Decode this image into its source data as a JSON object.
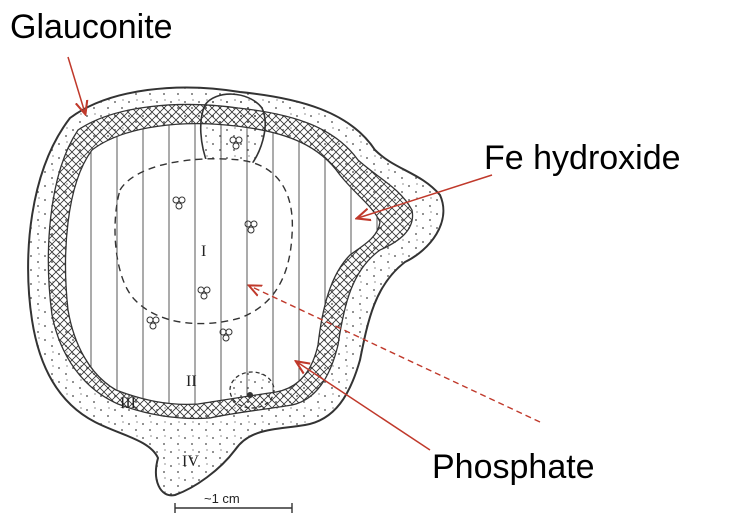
{
  "labels": {
    "glauconite": "Glauconite",
    "fe_hydroxide": "Fe hydroxide",
    "phosphate": "Phosphate"
  },
  "zones": {
    "zone_1": "I",
    "zone_2": "II",
    "zone_3": "III",
    "zone_4": "IV"
  },
  "scale_bar": "~1 cm",
  "colors": {
    "arrow": "#c0392b",
    "outline": "#333333"
  }
}
